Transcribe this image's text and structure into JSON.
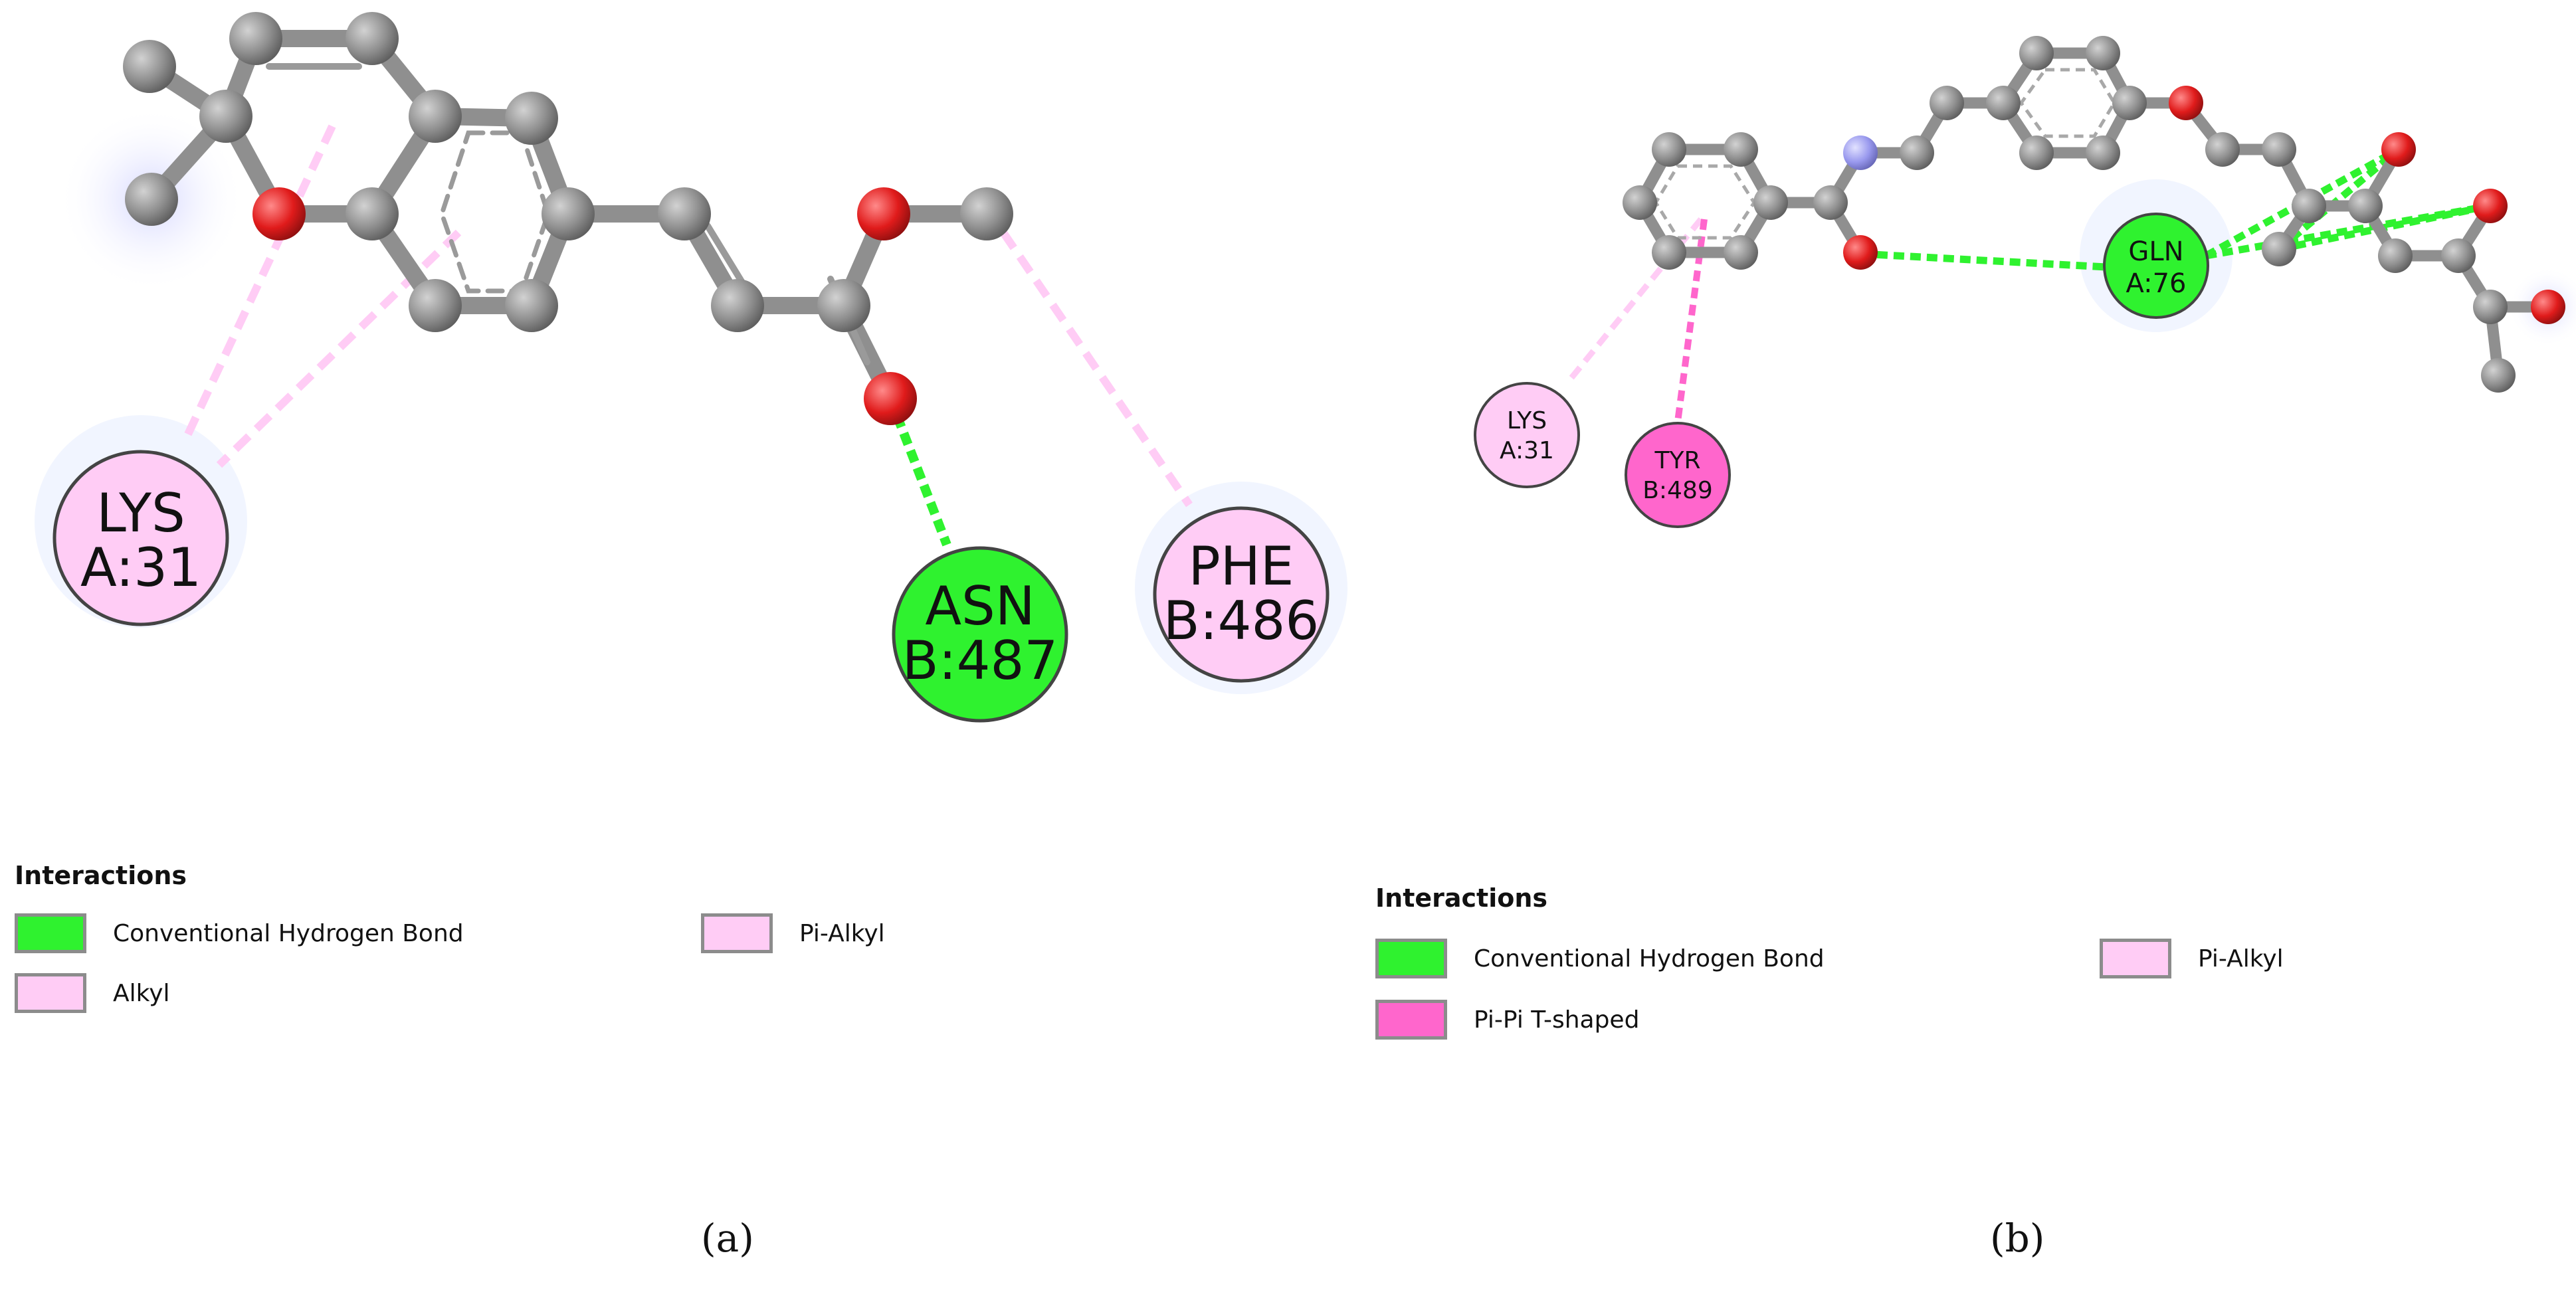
{
  "panels": [
    {
      "caption": "(a)",
      "residues": [
        {
          "name": "LYS",
          "chain_id": "A:31",
          "type": "alkyl"
        },
        {
          "name": "ASN",
          "chain_id": "B:487",
          "type": "hbond"
        },
        {
          "name": "PHE",
          "chain_id": "B:486",
          "type": "alkyl"
        }
      ],
      "legend": {
        "title": "Interactions",
        "items": [
          {
            "label": "Conventional Hydrogen Bond",
            "color": "#2ff22f"
          },
          {
            "label": "Alkyl",
            "color": "#ffccf5"
          },
          {
            "label": "Pi-Alkyl",
            "color": "#ffccf5"
          }
        ]
      }
    },
    {
      "caption": "(b)",
      "residues": [
        {
          "name": "GLN",
          "chain_id": "A:76",
          "type": "hbond"
        },
        {
          "name": "LYS",
          "chain_id": "A:31",
          "type": "alkyl"
        },
        {
          "name": "TYR",
          "chain_id": "B:489",
          "type": "pipi"
        }
      ],
      "legend": {
        "title": "Interactions",
        "items": [
          {
            "label": "Conventional Hydrogen Bond",
            "color": "#2ff22f"
          },
          {
            "label": "Pi-Alkyl",
            "color": "#ffccf5"
          },
          {
            "label": "Pi-Pi T-shaped",
            "color": "#ff66cc"
          }
        ]
      }
    }
  ],
  "colors": {
    "carbon": "#8f8f8f",
    "oxygen": "#e01b1b",
    "nitrogen": "#9999ee",
    "hbond": "#2ff22f",
    "alkyl": "#ffccf5",
    "pipi": "#ff66cc"
  }
}
